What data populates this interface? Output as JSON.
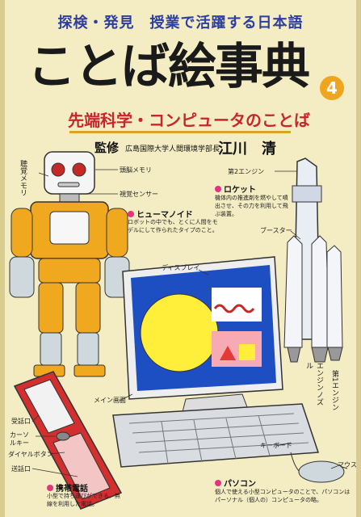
{
  "series_subtitle": "探検・発見　授業で活躍する日本語",
  "title": "ことば絵事典",
  "volume_number": "4",
  "theme": "先端科学・コンピュータのことば",
  "supervisor": {
    "role": "監修",
    "affiliation": "広島国際大学人間環境学部長",
    "name": "江川　清"
  },
  "callouts": {
    "hearing_memory": "聴覚メモリ",
    "head_memory": "頭脳メモリ",
    "visual_sensor": "視覚センサー",
    "second_engine": "第2エンジン",
    "booster": "ブースター",
    "display": "ディスプレイ",
    "main_screen": "メイン画面",
    "receiver": "受話口",
    "cursor_key": "カーソルキー",
    "dial_button": "ダイヤルボタン",
    "transmitter": "送話口",
    "keyboard": "キーボード",
    "mouse": "マウス",
    "engine_nozzle": "エンジンノズル",
    "first_engine": "第1エンジン"
  },
  "entries": {
    "humanoid": {
      "term": "ヒューマノイド",
      "desc": "ロボットの中でも、とくに人間をモデルにして作られたタイプのこと。"
    },
    "rocket": {
      "term": "ロケット",
      "desc": "機体内の推進剤を燃やして噴出させ、その力を利用して飛ぶ装置。"
    },
    "mobile_phone": {
      "term": "携帯電話",
      "desc": "小型で持ち運びができる、無線を利用した電話。"
    },
    "pc": {
      "term": "パソコン",
      "desc": "個人で使える小型コンピュータのことで、パソコンはパーソナル（個人の）コンピュータの略。"
    }
  },
  "colors": {
    "subtitle": "#2c3fa1",
    "theme": "#c8262e",
    "volume_badge": "#f0a51e",
    "bullet": "#e8327e",
    "background": "#f4ecc2"
  }
}
